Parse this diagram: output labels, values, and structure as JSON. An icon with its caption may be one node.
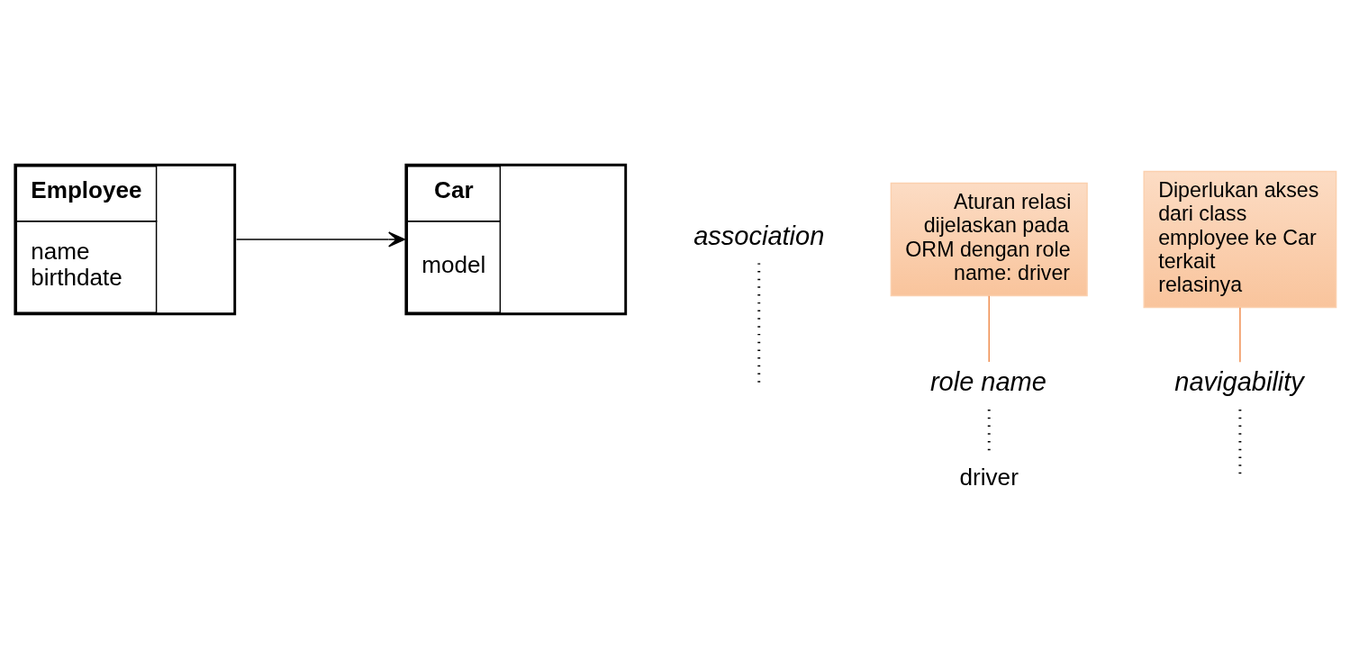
{
  "diagram": {
    "nodes": [
      {
        "text": [
          "Employee",
          "name birthdate"
        ]
      },
      {
        "text": [
          "Car",
          "model"
        ]
      },
      {
        "text": [
          "association"
        ]
      },
      {
        "text": [
          "driver"
        ]
      },
      {
        "text": [
          "role name"
        ]
      },
      {
        "text": [
          "navigability"
        ]
      },
      {
        "text": [
          "Aturan relasi dijelaskan pada ORM dengan role name: driver"
        ]
      },
      {
        "text": [
          "Diperlukan akses dari class employee ke Car terkait relasinya"
        ]
      }
    ],
    "edges": [
      {
        "from": 0,
        "to": 1,
        "arrow": "to"
      },
      {
        "from": 2,
        "to": null,
        "arrow": "none",
        "style": "dashed"
      },
      {
        "from": 4,
        "to": 3,
        "arrow": "none",
        "style": "dashed"
      },
      {
        "from": 5,
        "to": null,
        "arrow": "none",
        "style": "dashed"
      },
      {
        "from": 6,
        "to": 4,
        "arrow": "none",
        "color": "#f08a4b"
      },
      {
        "from": 7,
        "to": 5,
        "arrow": "none",
        "color": "#f08a4b"
      }
    ]
  }
}
